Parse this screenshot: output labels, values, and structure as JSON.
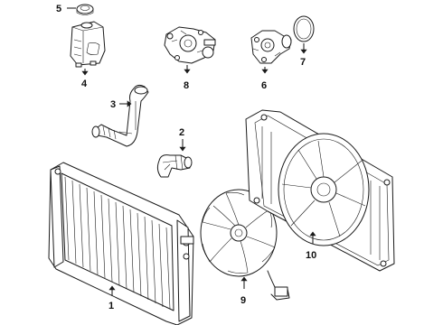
{
  "diagram": {
    "callouts": [
      {
        "id": "5",
        "label": "5"
      },
      {
        "id": "4",
        "label": "4"
      },
      {
        "id": "8",
        "label": "8"
      },
      {
        "id": "6",
        "label": "6"
      },
      {
        "id": "7",
        "label": "7"
      },
      {
        "id": "3",
        "label": "3"
      },
      {
        "id": "2",
        "label": "2"
      },
      {
        "id": "1",
        "label": "1"
      },
      {
        "id": "9",
        "label": "9"
      },
      {
        "id": "10",
        "label": "10"
      }
    ]
  }
}
